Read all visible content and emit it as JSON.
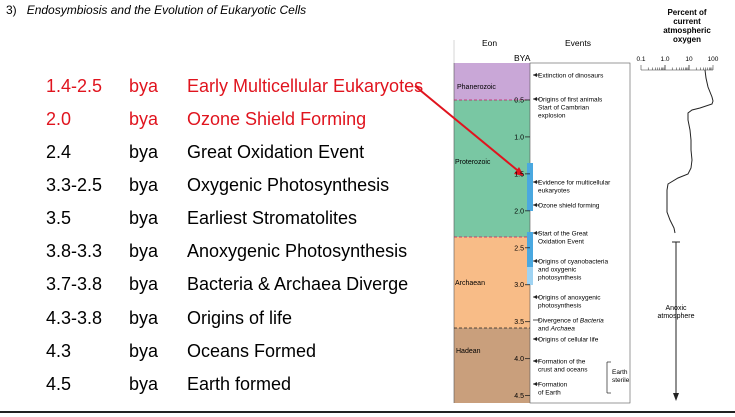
{
  "header": {
    "number": "3)",
    "title": "Endosymbiosis and the Evolution of Eukaryotic Cells"
  },
  "timeline": [
    {
      "range": "1.4-2.5",
      "unit": "bya",
      "event": "Early Multicellular Eukaryotes",
      "highlight": true
    },
    {
      "range": "2.0",
      "unit": "bya",
      "event": "Ozone Shield Forming",
      "highlight": true
    },
    {
      "range": "2.4",
      "unit": "bya",
      "event": "Great Oxidation Event",
      "highlight": false
    },
    {
      "range": "3.3-2.5",
      "unit": "bya",
      "event": "Oxygenic Photosynthesis",
      "highlight": false
    },
    {
      "range": "3.5",
      "unit": "bya",
      "event": "Earliest Stromatolites",
      "highlight": false
    },
    {
      "range": "3.8-3.3",
      "unit": "bya",
      "event": "Anoxygenic Photosynthesis",
      "highlight": false
    },
    {
      "range": "3.7-3.8",
      "unit": "bya",
      "event": "Bacteria & Archaea Diverge",
      "highlight": false
    },
    {
      "range": "4.3-3.8",
      "unit": "bya",
      "event": "Origins of life",
      "highlight": false
    },
    {
      "range": "4.3",
      "unit": "bya",
      "event": "Oceans Formed",
      "highlight": false
    },
    {
      "range": "4.5",
      "unit": "bya",
      "event": "Earth formed",
      "highlight": false
    }
  ],
  "figure": {
    "eon_header": "Eon",
    "events_header": "Events",
    "bya_label": "BYA",
    "oxygen_header": [
      "Percent of",
      "current",
      "atmospheric",
      "oxygen"
    ],
    "oxygen_ticks": [
      "0.1",
      "1.0",
      "10",
      "100"
    ],
    "eons": [
      "Phanerozoic",
      "Proterozoic",
      "Archaean",
      "Hadean"
    ],
    "bya_ticks": [
      "0.5",
      "1.0",
      "1.5",
      "2.0",
      "2.5",
      "3.0",
      "3.5",
      "4.0",
      "4.5"
    ],
    "events": {
      "dinosaurs": "Extinction of dinosaurs",
      "animals": [
        "Origins of first animals",
        "Start of Cambrian",
        "explosion"
      ],
      "multicellular": [
        "Evidence for multicellular",
        "eukaryotes"
      ],
      "ozone": "Ozone shield forming",
      "great_oxidation": [
        "Start of the Great",
        "Oxidation Event"
      ],
      "cyanobacteria": [
        "Origins of cyanobacteria",
        "and oxygenic",
        "photosynthesis"
      ],
      "anoxygenic": [
        "Origins of anoxygenic",
        "photosynthesis"
      ],
      "divergence": [
        "Divergence of ",
        "Bacteria",
        "and ",
        "Archaea"
      ],
      "cellular": "Origins of cellular life",
      "oceans": [
        "Formation of the",
        "crust and oceans"
      ],
      "earth": [
        "Formation",
        "of Earth"
      ],
      "sterile": [
        "Earth",
        "sterile"
      ]
    },
    "anoxic": [
      "Anoxic",
      "atmosphere"
    ]
  }
}
